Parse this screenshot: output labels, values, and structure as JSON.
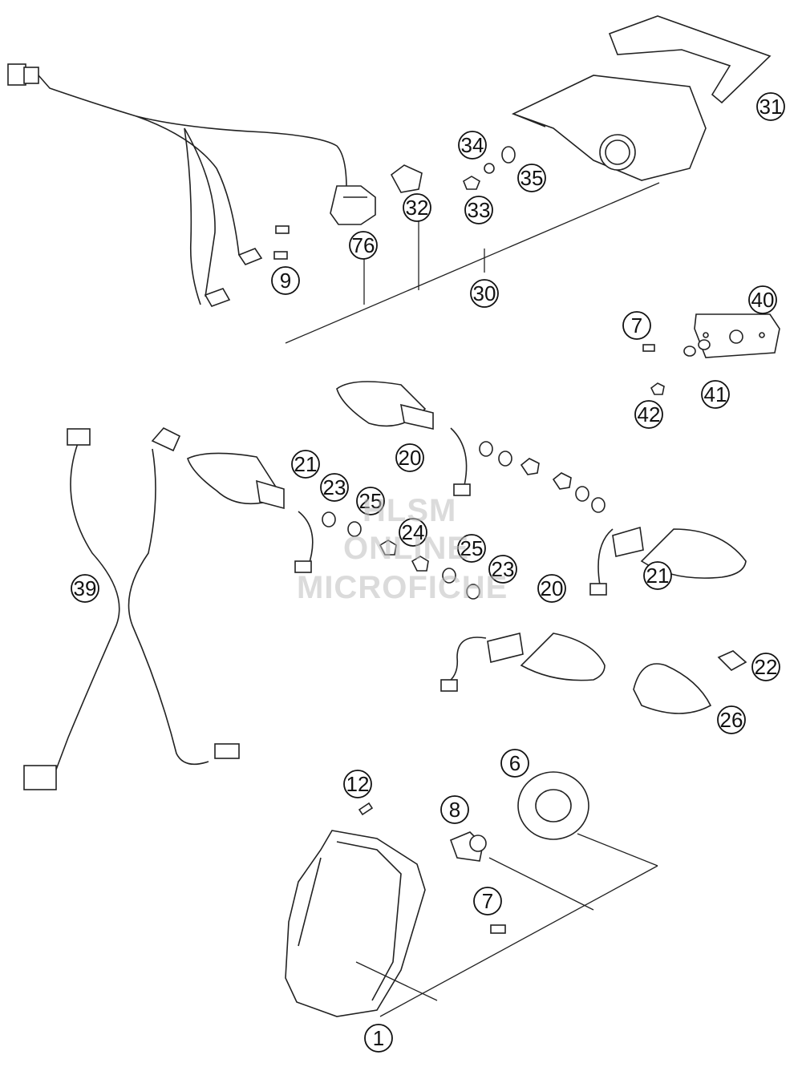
{
  "watermark": {
    "line1": "HLSM",
    "line2": "ONLINE",
    "line3": "MICROFICHE"
  },
  "callouts": [
    {
      "id": "c1",
      "label": "1"
    },
    {
      "id": "c6",
      "label": "6"
    },
    {
      "id": "c7a",
      "label": "7"
    },
    {
      "id": "c7b",
      "label": "7"
    },
    {
      "id": "c8",
      "label": "8"
    },
    {
      "id": "c9",
      "label": "9"
    },
    {
      "id": "c12",
      "label": "12"
    },
    {
      "id": "c20a",
      "label": "20"
    },
    {
      "id": "c20b",
      "label": "20"
    },
    {
      "id": "c21a",
      "label": "21"
    },
    {
      "id": "c21b",
      "label": "21"
    },
    {
      "id": "c22",
      "label": "22"
    },
    {
      "id": "c23a",
      "label": "23"
    },
    {
      "id": "c23b",
      "label": "23"
    },
    {
      "id": "c24",
      "label": "24"
    },
    {
      "id": "c25a",
      "label": "25"
    },
    {
      "id": "c25b",
      "label": "25"
    },
    {
      "id": "c26",
      "label": "26"
    },
    {
      "id": "c30",
      "label": "30"
    },
    {
      "id": "c31",
      "label": "31"
    },
    {
      "id": "c32",
      "label": "32"
    },
    {
      "id": "c33",
      "label": "33"
    },
    {
      "id": "c34",
      "label": "34"
    },
    {
      "id": "c35",
      "label": "35"
    },
    {
      "id": "c39",
      "label": "39"
    },
    {
      "id": "c40",
      "label": "40"
    },
    {
      "id": "c41",
      "label": "41"
    },
    {
      "id": "c42",
      "label": "42"
    },
    {
      "id": "c76",
      "label": "76"
    }
  ]
}
